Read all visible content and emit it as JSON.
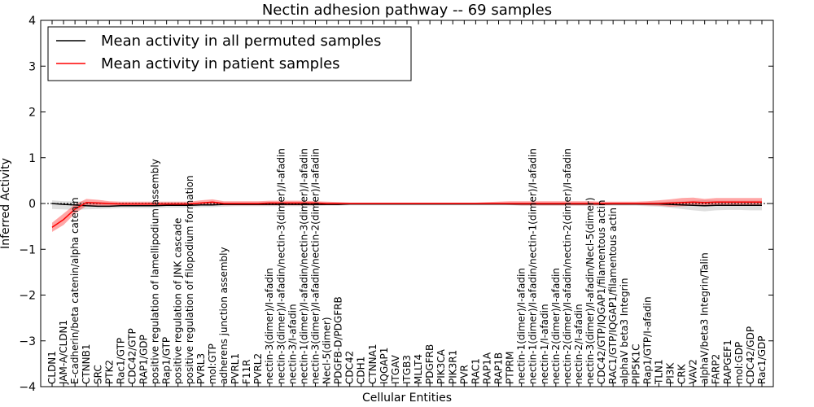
{
  "chart_data": {
    "type": "line",
    "title": "Nectin adhesion pathway -- 69 samples",
    "xlabel": "Cellular Entities",
    "ylabel": "Inferred Activity",
    "ylim": [
      -4,
      4
    ],
    "yticks": [
      4,
      3,
      2,
      1,
      0,
      -1,
      -2,
      -3,
      -4
    ],
    "ytick_labels": [
      "4",
      "3",
      "2",
      "1",
      "0",
      "−1",
      "−2",
      "−3",
      "−4"
    ],
    "grid": false,
    "legend_position": "top-left",
    "categories": [
      "CLDN1",
      "JAM-A/CLDN1",
      "E-cadherin/beta catenin/alpha catenin",
      "CTNNB1",
      "SRC",
      "PTK2",
      "Rac1/GTP",
      "CDC42/GTP",
      "RAP1/GDP",
      "positive regulation of lamellipodium assembly",
      "Rap1/GTP",
      "positive regulation of JNK cascade",
      "positive regulation of filopodium formation",
      "PVRL3",
      "mol:GTP",
      "adherens junction assembly",
      "PVRL1",
      "F11R",
      "PVRL2",
      "nectin-3(dimer)/I-afadin",
      "nectin-3(dimer)/I-afadin/nectin-3(dimer)/I-afadin",
      "nectin-3/I-afadin",
      "nectin-1(dimer)/I-afadin/nectin-3(dimer)/I-afadin",
      "nectin-3(dimer)/I-afadin/nectin-2(dimer)/I-afadin",
      "Necl-5(dimer)",
      "PDGFB-D/PDGFRB",
      "CDC42",
      "CDH1",
      "CTNNA1",
      "IQGAP1",
      "ITGAV",
      "ITGB3",
      "MLLT4",
      "PDGFRB",
      "PIK3CA",
      "PIK3R1",
      "PVR",
      "RAC1",
      "RAP1A",
      "RAP1B",
      "PTPRM",
      "nectin-1(dimer)/I-afadin",
      "nectin-1(dimer)/I-afadin/nectin-1(dimer)/I-afadin",
      "nectin-1/I-afadin",
      "nectin-2(dimer)/I-afadin",
      "nectin-2(dimer)/I-afadin/nectin-2(dimer)/I-afadin",
      "nectin-2/I-afadin",
      "nectin-3(dimer)/I-afadin/Necl-5(dimer)",
      "CDC42/GTP/IQGAP1/filamentous actin",
      "RAC1/GTP/IQGAP1/filamentous actin",
      "alphaV beta3 Integrin",
      "PIP5K1C",
      "Rap1/GTP/I-afadin",
      "TLN1",
      "PI3K",
      "CRK",
      "VAV2",
      "alphaV/beta3 Integrin/Talin",
      "FARP2",
      "RAPGEF1",
      "mol:GDP",
      "CDC42/GDP",
      "Rac1/GDP"
    ],
    "series": [
      {
        "name": "Mean activity in all permuted samples",
        "color": "#000000",
        "values": [
          0.0,
          -0.02,
          -0.03,
          -0.05,
          -0.06,
          -0.06,
          -0.05,
          -0.05,
          -0.05,
          -0.05,
          -0.04,
          -0.04,
          -0.04,
          -0.03,
          -0.03,
          -0.02,
          -0.02,
          -0.02,
          -0.02,
          -0.02,
          -0.02,
          -0.02,
          -0.02,
          -0.02,
          -0.02,
          -0.02,
          -0.01,
          -0.01,
          -0.01,
          -0.01,
          -0.01,
          -0.01,
          -0.01,
          -0.01,
          -0.01,
          -0.01,
          -0.01,
          -0.01,
          -0.01,
          -0.01,
          -0.01,
          -0.01,
          -0.01,
          -0.01,
          -0.01,
          -0.01,
          -0.01,
          -0.01,
          -0.01,
          -0.01,
          -0.01,
          -0.01,
          -0.01,
          -0.01,
          -0.02,
          -0.03,
          -0.04,
          -0.05,
          -0.04,
          -0.04,
          -0.04,
          -0.04,
          -0.04
        ],
        "band_lower": [
          -0.12,
          -0.13,
          -0.14,
          -0.13,
          -0.12,
          -0.11,
          -0.1,
          -0.1,
          -0.1,
          -0.1,
          -0.09,
          -0.09,
          -0.09,
          -0.08,
          -0.08,
          -0.07,
          -0.06,
          -0.06,
          -0.06,
          -0.06,
          -0.06,
          -0.06,
          -0.06,
          -0.06,
          -0.05,
          -0.05,
          -0.04,
          -0.04,
          -0.04,
          -0.04,
          -0.04,
          -0.04,
          -0.04,
          -0.04,
          -0.04,
          -0.04,
          -0.04,
          -0.04,
          -0.04,
          -0.04,
          -0.04,
          -0.05,
          -0.05,
          -0.05,
          -0.05,
          -0.05,
          -0.05,
          -0.05,
          -0.05,
          -0.05,
          -0.05,
          -0.05,
          -0.06,
          -0.07,
          -0.09,
          -0.12,
          -0.15,
          -0.17,
          -0.15,
          -0.14,
          -0.14,
          -0.15,
          -0.15
        ],
        "band_upper": [
          0.07,
          0.05,
          0.05,
          0.04,
          0.03,
          0.02,
          0.01,
          0.01,
          0.01,
          0.01,
          0.01,
          0.01,
          0.01,
          0.01,
          0.01,
          0.01,
          0.01,
          0.01,
          0.01,
          0.01,
          0.01,
          0.01,
          0.01,
          0.01,
          0.01,
          0.01,
          0.01,
          0.01,
          0.01,
          0.01,
          0.01,
          0.01,
          0.01,
          0.01,
          0.01,
          0.01,
          0.01,
          0.01,
          0.01,
          0.01,
          0.01,
          0.01,
          0.01,
          0.01,
          0.01,
          0.01,
          0.01,
          0.01,
          0.01,
          0.01,
          0.01,
          0.01,
          0.02,
          0.03,
          0.04,
          0.05,
          0.06,
          0.07,
          0.06,
          0.06,
          0.06,
          0.06,
          0.06
        ]
      },
      {
        "name": "Mean activity in patient samples",
        "color": "#ff0000",
        "values": [
          -0.52,
          -0.35,
          -0.12,
          0.02,
          0.01,
          0.0,
          -0.01,
          -0.01,
          -0.01,
          -0.01,
          -0.01,
          -0.01,
          -0.01,
          0.01,
          0.03,
          0.0,
          0.0,
          0.0,
          0.0,
          0.01,
          0.01,
          0.01,
          0.01,
          0.01,
          0.0,
          0.0,
          0.0,
          0.0,
          0.0,
          0.0,
          0.0,
          0.0,
          0.0,
          0.0,
          0.0,
          0.0,
          0.0,
          0.0,
          0.0,
          0.0,
          0.0,
          0.0,
          0.0,
          0.0,
          0.0,
          0.0,
          0.0,
          0.0,
          0.0,
          0.0,
          0.0,
          0.0,
          0.0,
          0.0,
          0.01,
          0.02,
          0.03,
          0.02,
          0.03,
          0.03,
          0.03,
          0.03,
          0.03
        ],
        "band_lower": [
          -0.62,
          -0.47,
          -0.22,
          -0.05,
          -0.05,
          -0.05,
          -0.05,
          -0.05,
          -0.05,
          -0.05,
          -0.05,
          -0.05,
          -0.05,
          -0.04,
          -0.03,
          -0.04,
          -0.04,
          -0.04,
          -0.04,
          -0.04,
          -0.04,
          -0.04,
          -0.04,
          -0.04,
          -0.03,
          -0.03,
          -0.02,
          -0.02,
          -0.02,
          -0.02,
          -0.02,
          -0.02,
          -0.02,
          -0.02,
          -0.02,
          -0.02,
          -0.02,
          -0.02,
          -0.02,
          -0.02,
          -0.03,
          -0.04,
          -0.04,
          -0.04,
          -0.04,
          -0.04,
          -0.04,
          -0.04,
          -0.04,
          -0.03,
          -0.03,
          -0.03,
          -0.04,
          -0.05,
          -0.07,
          -0.06,
          -0.05,
          -0.06,
          -0.05,
          -0.05,
          -0.05,
          -0.05,
          -0.05
        ],
        "band_upper": [
          -0.42,
          -0.22,
          -0.02,
          0.1,
          0.08,
          0.05,
          0.04,
          0.04,
          0.04,
          0.04,
          0.04,
          0.04,
          0.04,
          0.07,
          0.09,
          0.05,
          0.05,
          0.05,
          0.05,
          0.06,
          0.06,
          0.06,
          0.06,
          0.05,
          0.04,
          0.03,
          0.02,
          0.02,
          0.02,
          0.02,
          0.02,
          0.02,
          0.02,
          0.02,
          0.02,
          0.02,
          0.02,
          0.02,
          0.03,
          0.04,
          0.05,
          0.05,
          0.05,
          0.05,
          0.05,
          0.05,
          0.05,
          0.05,
          0.04,
          0.04,
          0.04,
          0.04,
          0.05,
          0.07,
          0.09,
          0.12,
          0.13,
          0.1,
          0.12,
          0.12,
          0.12,
          0.12,
          0.12
        ]
      }
    ]
  }
}
